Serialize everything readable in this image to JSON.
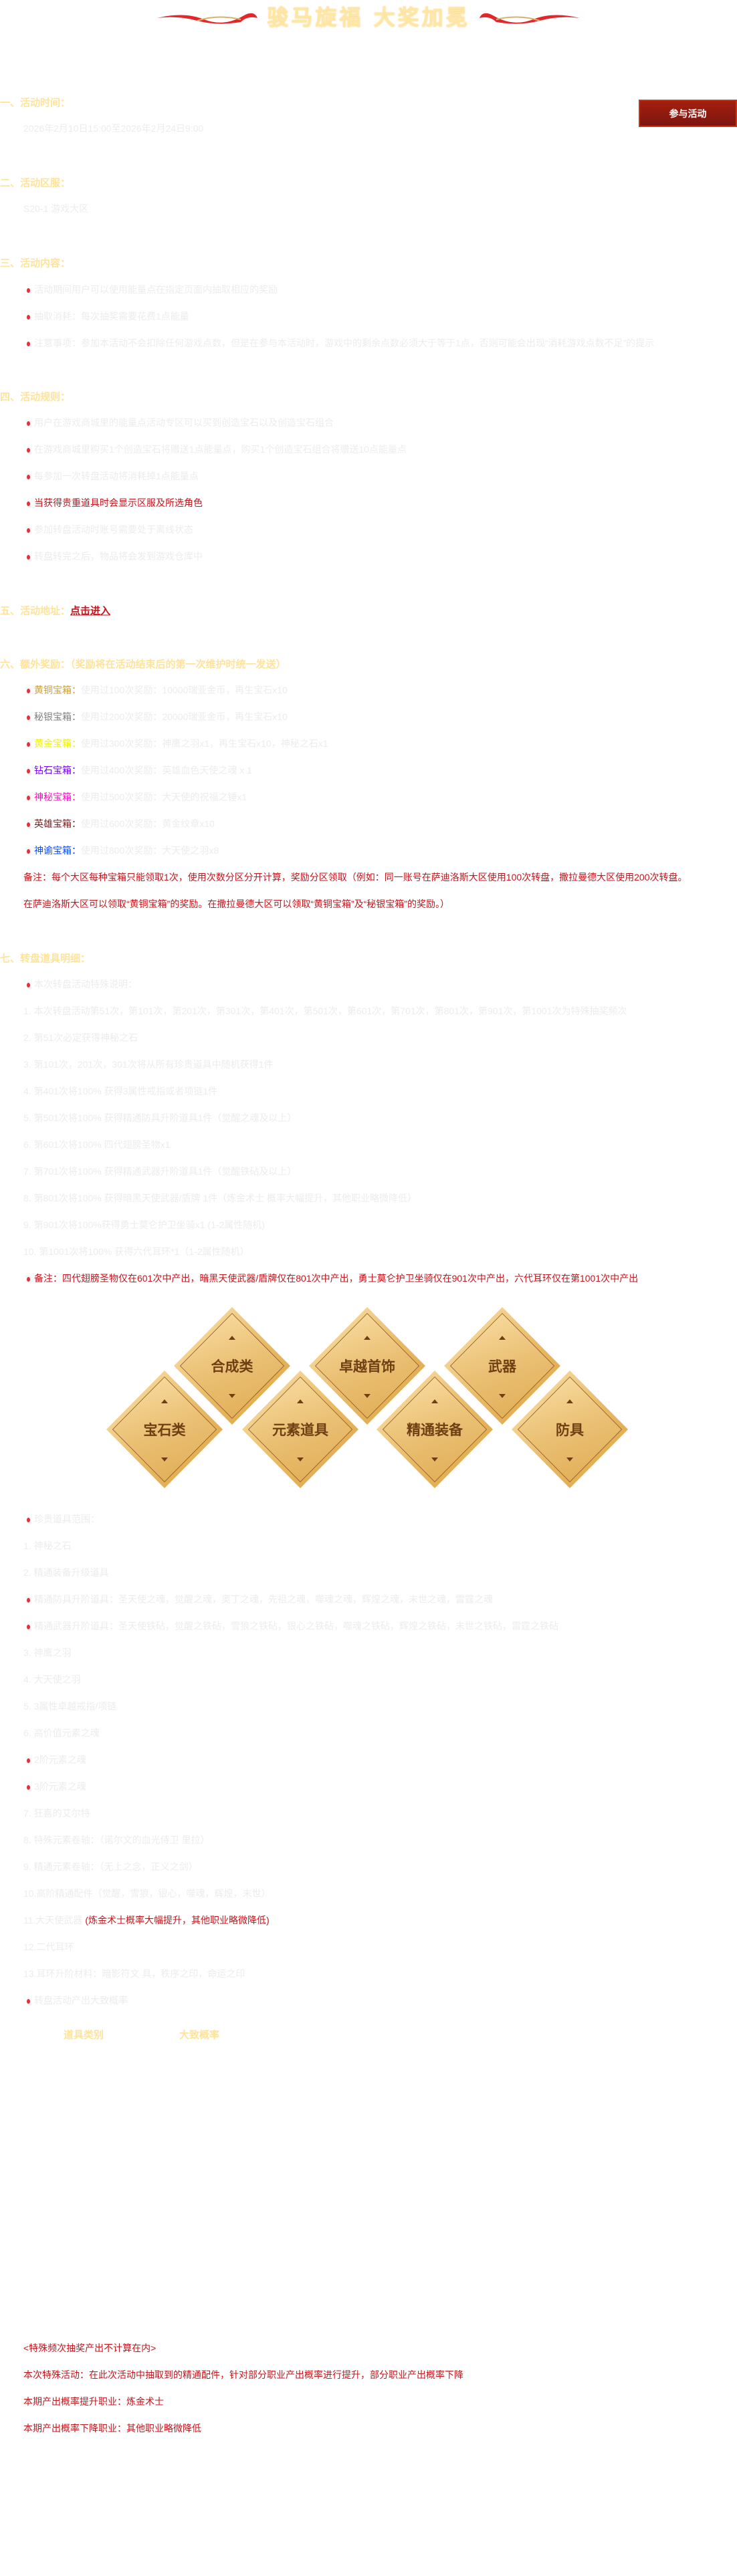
{
  "header": {
    "title": "骏马旋福 大奖加冕"
  },
  "join_button": "参与活动",
  "s1": {
    "heading": "一、活动时间：",
    "text": "2026年2月10日15:00至2026年2月24日9:00"
  },
  "s2": {
    "heading": "二、活动区服：",
    "text": "S20-1 游戏大区"
  },
  "s3": {
    "heading": "三、活动内容：",
    "items": [
      "活动期间用户可以使用能量点在指定页面内抽取相应的奖励",
      "抽取消耗：每次抽奖需要花费1点能量",
      "注意事项：参加本活动不会扣除任何游戏点数，但是在参与本活动时，游戏中的剩余点数必须大于等于1点，否则可能会出现“消耗游戏点数不足”的提示"
    ]
  },
  "s4": {
    "heading": "四、活动规则：",
    "items": [
      "用户在游戏商城里的能量点活动专区可以买到创造宝石以及创造宝石组合",
      "在游戏商城里购买1个创造宝石将赠送1点能量点，购买1个创造宝石组合将赠送10点能量点",
      "每参加一次转盘活动将消耗掉1点能量点",
      "当获得贵重道具时会显示区服及所选角色",
      "参加转盘活动时账号需要处于离线状态",
      "转盘转完之后，物品将会发到游戏仓库中"
    ]
  },
  "s5": {
    "heading": "五、活动地址：",
    "link": "点击进入"
  },
  "s6": {
    "heading": "六、额外奖励：（奖励将在活动结束后的第一次维护时统一发送）",
    "boxes": [
      {
        "name": "黄铜宝箱：",
        "color": "#c9a03c",
        "reward": "使用过100次奖励：10000瑞亚金币，再生宝石x10"
      },
      {
        "name": "秘银宝箱：",
        "color": "#808080",
        "reward": "使用过200次奖励：20000瑞亚金币，再生宝石x10"
      },
      {
        "name": "黄金宝箱：",
        "color": "#f2f200",
        "reward": "使用过300次奖励：神鹰之羽x1，再生宝石x10，神秘之石x1"
      },
      {
        "name": "钻石宝箱：",
        "color": "#7a00ff",
        "reward": "使用过400次奖励：英雄血色天使之魂 x 1"
      },
      {
        "name": "神秘宝箱：",
        "color": "#ff10c8",
        "reward": "使用过500次奖励：大天使的祝福之锤x1"
      },
      {
        "name": "英雄宝箱：",
        "color": "#7a1f1f",
        "reward": "使用过600次奖励：黄金纹章x10"
      },
      {
        "name": "神谕宝箱：",
        "color": "#0a4cff",
        "reward": "使用过800次奖励：大天使之羽x8"
      }
    ],
    "note1": "备注：每个大区每种宝箱只能领取1次，使用次数分区分开计算，奖励分区领取（例如：同一账号在萨迪洛斯大区使用100次转盘，撒拉曼德大区使用200次转盘。",
    "note2": "在萨迪洛斯大区可以领取“黄铜宝箱”的奖励。在撒拉曼德大区可以领取“黄铜宝箱”及“秘银宝箱”的奖励。）"
  },
  "s7": {
    "heading": "七、转盘道具明细：",
    "special_title": "本次转盘活动特殊说明：",
    "special": [
      "1. 本次转盘活动第51次，第101次，第201次，第301次，第401次，第501次，第601次，第701次，第801次，第901次，第1001次为特殊抽奖频次",
      "2. 第51次必定获得神秘之石",
      "3. 第101次，201次，301次将从所有珍贵道具中随机获得1件",
      "4. 第401次将100% 获得3属性戒指或者项链1件",
      "5. 第501次将100% 获得精通防具升阶道具1件（觉醒之魂及以上）",
      "6. 第601次将100% 四代翅膀圣物x1",
      "7. 第701次将100% 获得精通武器升阶道具1件（觉醒铁砧及以上）",
      "8. 第801次将100% 获得暗黑天使武器/盾牌 1件（炼金术士 概率大幅提升，其他职业略微降低）",
      "9. 第901次将100%获得勇士莫仑护卫坐骑x1 (1-2属性随机)",
      "10. 第1001次将100% 获得六代耳环*1（1-2属性随机）"
    ],
    "special_note": "备注：四代翅膀圣物仅在601次中产出，暗黑天使武器/盾牌仅在801次中产出，勇士莫仑护卫坐骑仅在901次中产出，六代耳环仅在第1001次中产出",
    "categories": [
      "合成类",
      "卓越首饰",
      "武器",
      "宝石类",
      "元素道具",
      "精通装备",
      "防具"
    ],
    "precious_title": "珍贵道具范围：",
    "p1": "1. 神秘之石",
    "p2": "2. 精通装备升级道具",
    "p2a": "精通防具升阶道具：圣天使之魂，觉醒之魂，奥丁之魂，先祖之魂，噬魂之魂，辉煌之魂，末世之魂，雷霆之魂",
    "p2b": "精通武器升阶道具：圣天使铁砧，觉醒之铁砧，雪狼之铁砧，银心之铁砧，噬魂之铁砧，辉煌之铁砧，末世之铁砧，雷霆之铁砧",
    "p3": "3. 神鹰之羽",
    "p4": "4. 大天使之羽",
    "p5": "5. 3属性卓越戒指/项链",
    "p6": "6. 高价值元素之魂",
    "p6a": "2阶元素之魂",
    "p6b": "3阶元素之魂",
    "p7": "7. 狂喜的艾尔特",
    "p8": "8. 特殊元素卷轴：（诺尔文的血光侍卫 里拉）",
    "p9": "9. 精通元素卷轴：（无上之念，正义之剑）",
    "p10": "10.高阶精通配件（觉醒，雪狼，银心，噬魂，辉煌，末世）",
    "p11": "11.大天使武器",
    "p11_note": "(炼金术士概率大幅提升，其他职业略微降低)",
    "p12": "12.二代耳环",
    "p13": "13.耳环升阶材料：暗影符文 具，秩序之印，命运之印",
    "prob_title": "转盘活动产出大致概率",
    "table_headers": [
      "道具类别",
      "大致概率"
    ],
    "footer": [
      "<特殊频次抽奖产出不计算在内>",
      "本次特殊活动：在此次活动中抽取到的精通配件，针对部分职业产出概率进行提升，部分职业产出概率下降",
      "本期产出概率提升职业：炼金术士",
      "本期产出概率下降职业：其他职业略微降低"
    ]
  }
}
